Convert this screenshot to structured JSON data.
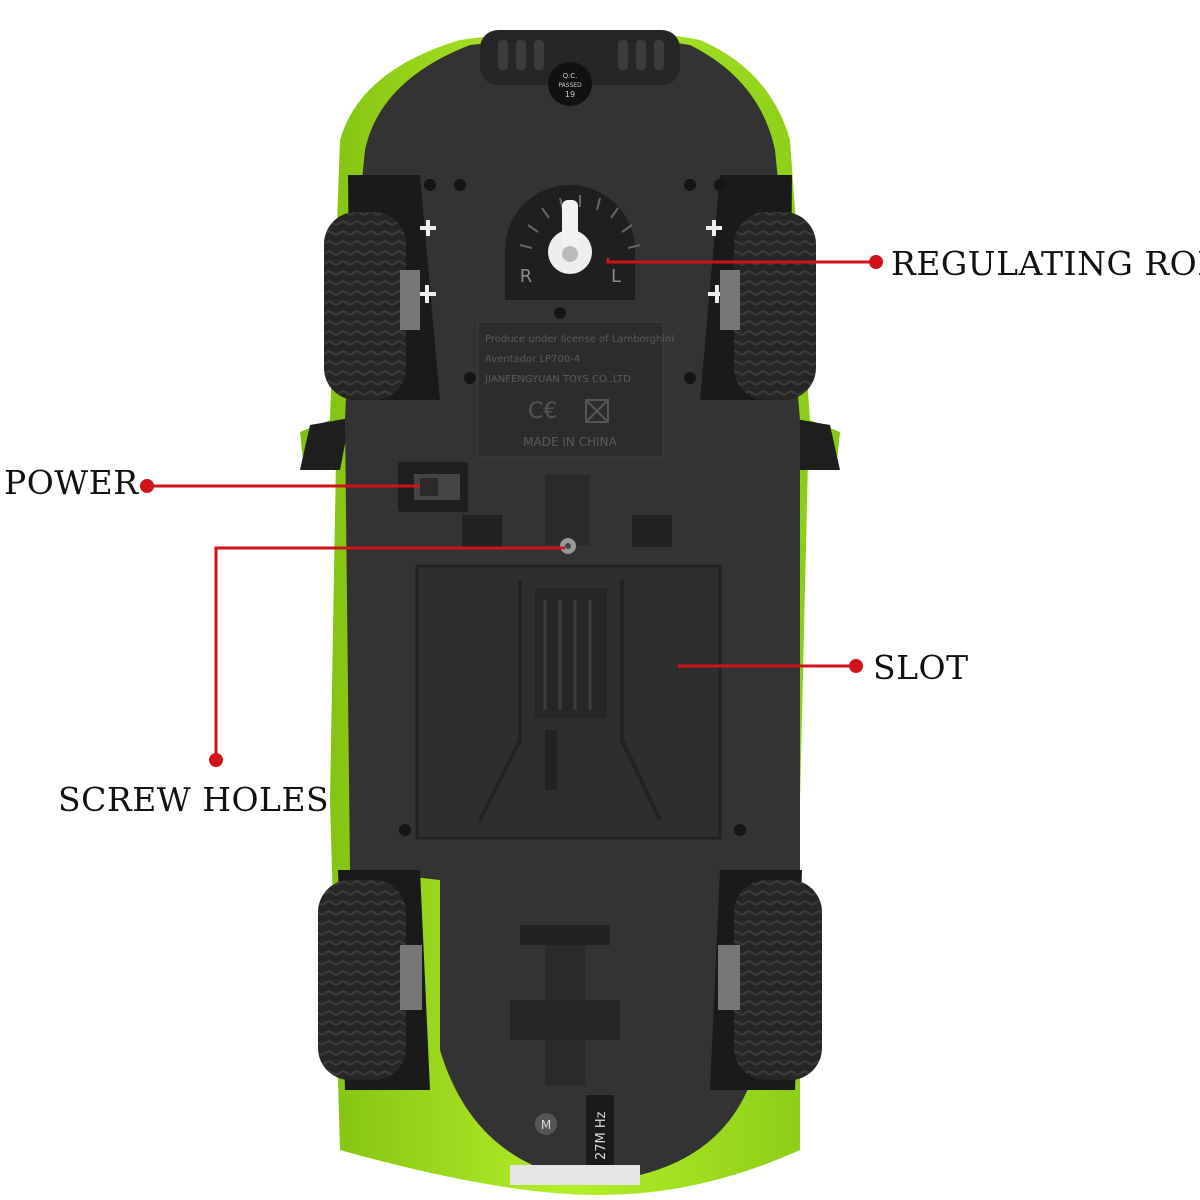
{
  "callouts": {
    "regulating_rod": "REGULATING ROD",
    "power": "POWER",
    "slot": "SLOT",
    "screw_holes": "SCREW HOLES"
  },
  "car_markings": {
    "qc_sticker": [
      "Q.C.",
      "PASSED",
      "19"
    ],
    "dial_right": "R",
    "dial_left": "L",
    "plate_lines": [
      "Produce under license of Lamborghini",
      "Aventador LP700-4",
      "JIANFENGYUAN TOYS CO.,LTD"
    ],
    "made_in": "MADE IN CHINA",
    "frequency": "27M Hz",
    "badge": "M"
  },
  "colors": {
    "leader_line": "#d0121b",
    "body_green": "#a8e41e",
    "chassis": "#333333",
    "tire": "#222222"
  }
}
